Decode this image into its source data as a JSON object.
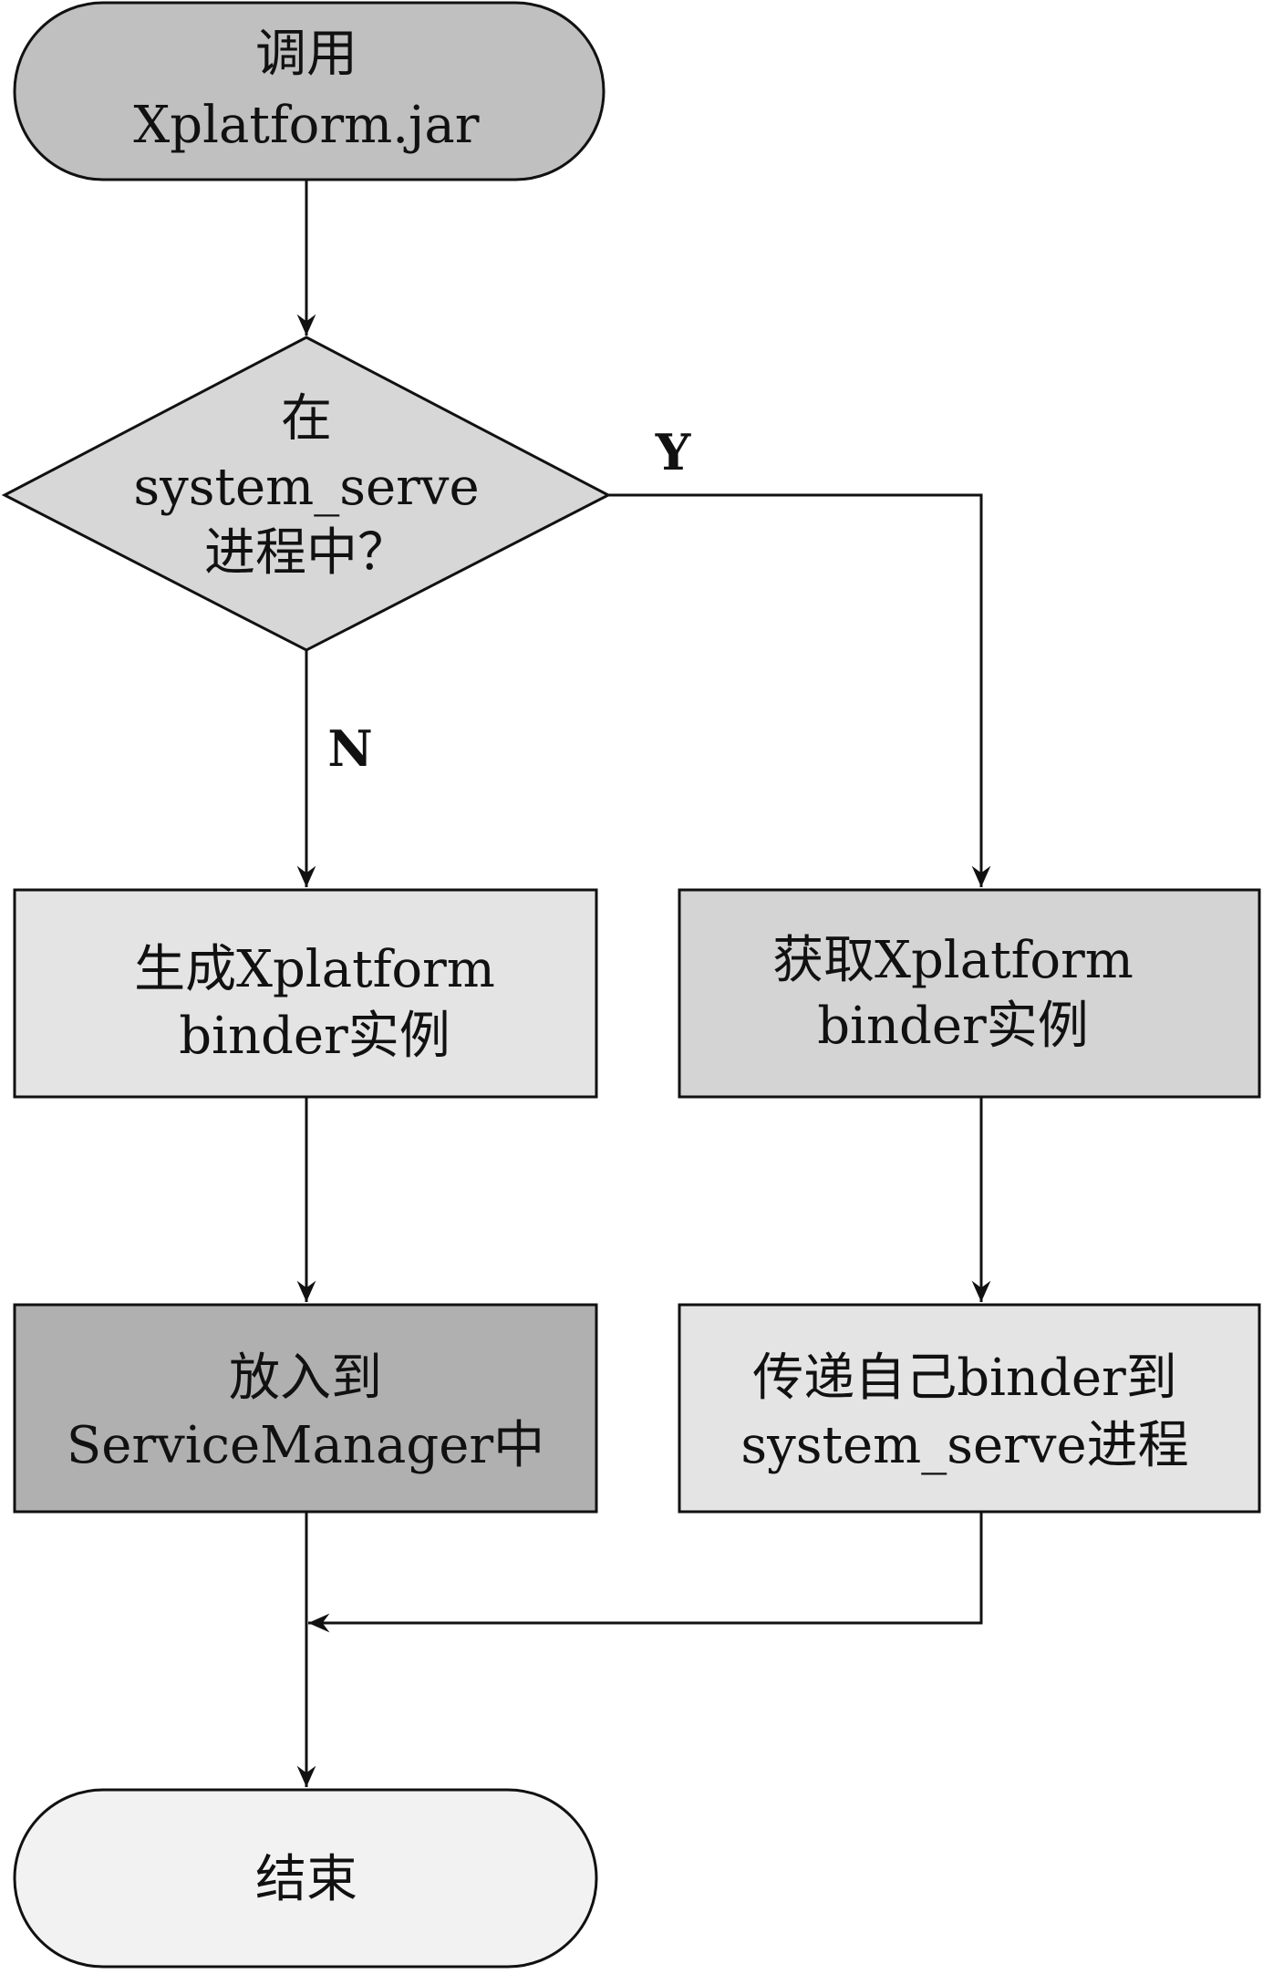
{
  "diagram": {
    "type": "flowchart",
    "colors": {
      "line": "#111111",
      "start_fill": "#c0c0c0",
      "decision_fill": "#d7d7d7",
      "light_box_fill": "#e4e4e4",
      "medium_box_fill": "#d4d4d4",
      "dark_box_fill": "#b0b0b0",
      "end_fill": "#f2f2f2"
    },
    "nodes": {
      "start": {
        "lines": [
          "调用",
          "Xplatform.jar"
        ]
      },
      "decision": {
        "lines": [
          "在",
          "system_serve",
          "进程中？"
        ]
      },
      "generate_binder": {
        "lines": [
          "生成Xplatform",
          "binder实例"
        ]
      },
      "get_binder": {
        "lines": [
          "获取Xplatform",
          "binder实例"
        ]
      },
      "put_service_manager": {
        "lines": [
          "放入到",
          "ServiceManager中"
        ]
      },
      "pass_binder": {
        "lines": [
          "传递自己binder到",
          "system_serve进程"
        ]
      },
      "end": {
        "lines": [
          "结束"
        ]
      }
    },
    "edge_labels": {
      "yes": "Y",
      "no": "N"
    }
  }
}
